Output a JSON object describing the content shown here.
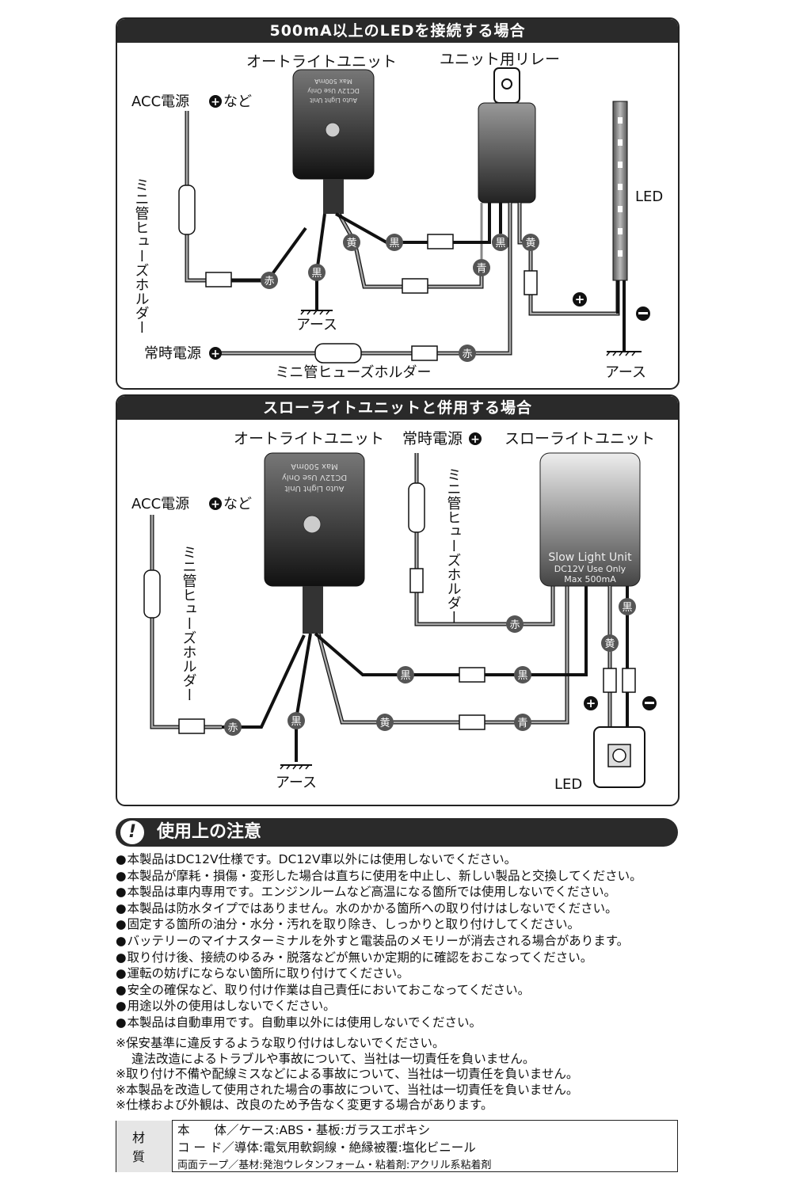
{
  "diagram1": {
    "title": "500mA以上のLEDを接続する場合",
    "auto_unit_label": "オートライトユニット",
    "relay_label": "ユニット用リレー",
    "acc_label": "ACC電源",
    "nado": "など",
    "fuse_holder_vertical": "ミニ管ヒューズホルダー",
    "fuse_holder_horizontal": "ミニ管ヒューズホルダー",
    "led_label": "LED",
    "ground_label": "アース",
    "ground2_label": "アース",
    "constant_power_label": "常時電源",
    "unit_text": [
      "Auto Light Unit",
      "DC12V Use Only",
      "Max 500mA"
    ],
    "wire_tags": {
      "red": "赤",
      "red2": "赤",
      "black": "黒",
      "black2": "黒",
      "black3": "黒",
      "yellow": "黄",
      "yellow2": "黄",
      "blue": "青"
    }
  },
  "diagram2": {
    "title": "スローライトユニットと併用する場合",
    "auto_unit_label": "オートライトユニット",
    "constant_power_label": "常時電源",
    "slow_unit_label": "スローライトユニット",
    "acc_label": "ACC電源",
    "nado": "など",
    "fuse_holder_1": "ミニ管ヒューズホルダー",
    "fuse_holder_2": "ミニ管ヒューズホルダー",
    "ground_label": "アース",
    "led_label": "LED",
    "auto_unit_text": [
      "Auto Light Unit",
      "DC12V Use Only",
      "Max 500mA"
    ],
    "slow_unit_text": [
      "Slow Light Unit",
      "DC12V Use Only",
      "Max 500mA"
    ],
    "wire_tags": {
      "red": "赤",
      "red2": "赤",
      "black": "黒",
      "black2": "黒",
      "black3": "黒",
      "black4": "黒",
      "yellow": "黄",
      "yellow2": "黄",
      "blue": "青"
    }
  },
  "notes": {
    "title": "使用上の注意",
    "icon": "!",
    "bullets": [
      "本製品はDC12V仕様です。DC12V車以外には使用しないでください。",
      "本製品が摩耗・損傷・変形した場合は直ちに使用を中止し、新しい製品と交換してください。",
      "本製品は車内専用です。エンジンルームなど高温になる箇所では使用しないでください。",
      "本製品は防水タイプではありません。水のかかる箇所への取り付けはしないでください。",
      "固定する箇所の油分・水分・汚れを取り除き、しっかりと取り付けしてください。",
      "バッテリーのマイナスターミナルを外すと電装品のメモリーが消去される場合があります。",
      "取り付け後、接続のゆるみ・脱落などが無いか定期的に確認をおこなってください。",
      "運転の妨げにならない箇所に取り付けてください。",
      "安全の確保など、取り付け作業は自己責任においておこなってください。",
      "用途以外の使用はしないでください。",
      "本製品は自動車用です。自動車以外には使用しないでください。"
    ],
    "kome": [
      "保安基準に違反するような取り付けはしないでください。",
      "違法改造によるトラブルや事故について、当社は一切責任を負いません。",
      "取り付け不備や配線ミスなどによる事故について、当社は一切責任を負いません。",
      "本製品を改造して使用された場合の事故について、当社は一切責任を負いません。",
      "仕様および外観は、改良のため予告なく変更する場合があります。"
    ]
  },
  "materials": {
    "header": "材質",
    "rows": [
      "本　　体／ケース:ABS・基板:ガラスエポキシ",
      "コ ー ド／導体:電気用軟銅線・絶縁被覆:塩化ビニール",
      "両面テープ／基材:発泡ウレタンフォーム・粘着剤:アクリル系粘着剤"
    ]
  },
  "colors": {
    "dark": "#2a2a2a",
    "wire_black": "#111111",
    "wire_gray": "#8a8a8a"
  }
}
